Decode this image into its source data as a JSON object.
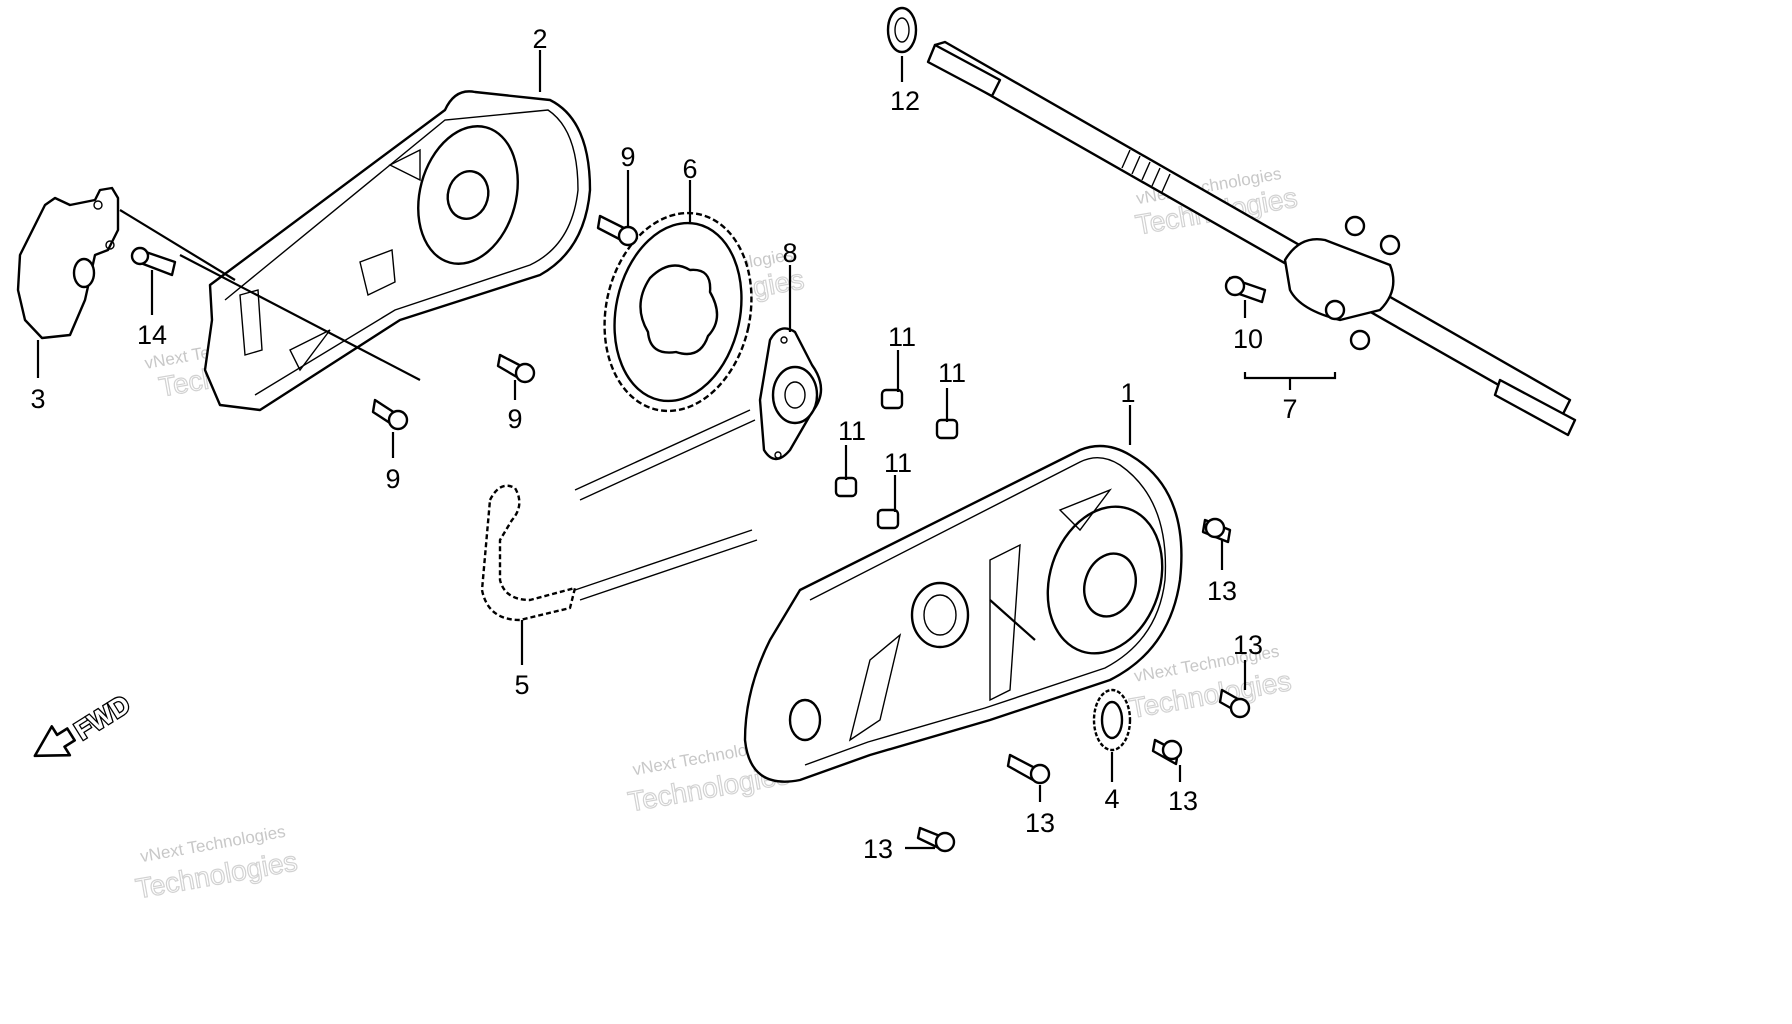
{
  "callouts": [
    {
      "id": "c1",
      "text": "1"
    },
    {
      "id": "c2",
      "text": "2"
    },
    {
      "id": "c3",
      "text": "3"
    },
    {
      "id": "c4",
      "text": "4"
    },
    {
      "id": "c5",
      "text": "5"
    },
    {
      "id": "c6",
      "text": "6"
    },
    {
      "id": "c7",
      "text": "7"
    },
    {
      "id": "c8",
      "text": "8"
    },
    {
      "id": "c9a",
      "text": "9"
    },
    {
      "id": "c9b",
      "text": "9"
    },
    {
      "id": "c9c",
      "text": "9"
    },
    {
      "id": "c10",
      "text": "10"
    },
    {
      "id": "c11a",
      "text": "11"
    },
    {
      "id": "c11b",
      "text": "11"
    },
    {
      "id": "c11c",
      "text": "11"
    },
    {
      "id": "c11d",
      "text": "11"
    },
    {
      "id": "c12",
      "text": "12"
    },
    {
      "id": "c13a",
      "text": "13"
    },
    {
      "id": "c13b",
      "text": "13"
    },
    {
      "id": "c13c",
      "text": "13"
    },
    {
      "id": "c13d",
      "text": "13"
    },
    {
      "id": "c13e",
      "text": "13"
    },
    {
      "id": "c14",
      "text": "14"
    }
  ],
  "direction_marker": {
    "text": "FWD",
    "icon": "forward-arrow-icon"
  },
  "watermark": {
    "small": "vNext Technologies",
    "big": "Technologies",
    "top": "vNext"
  }
}
